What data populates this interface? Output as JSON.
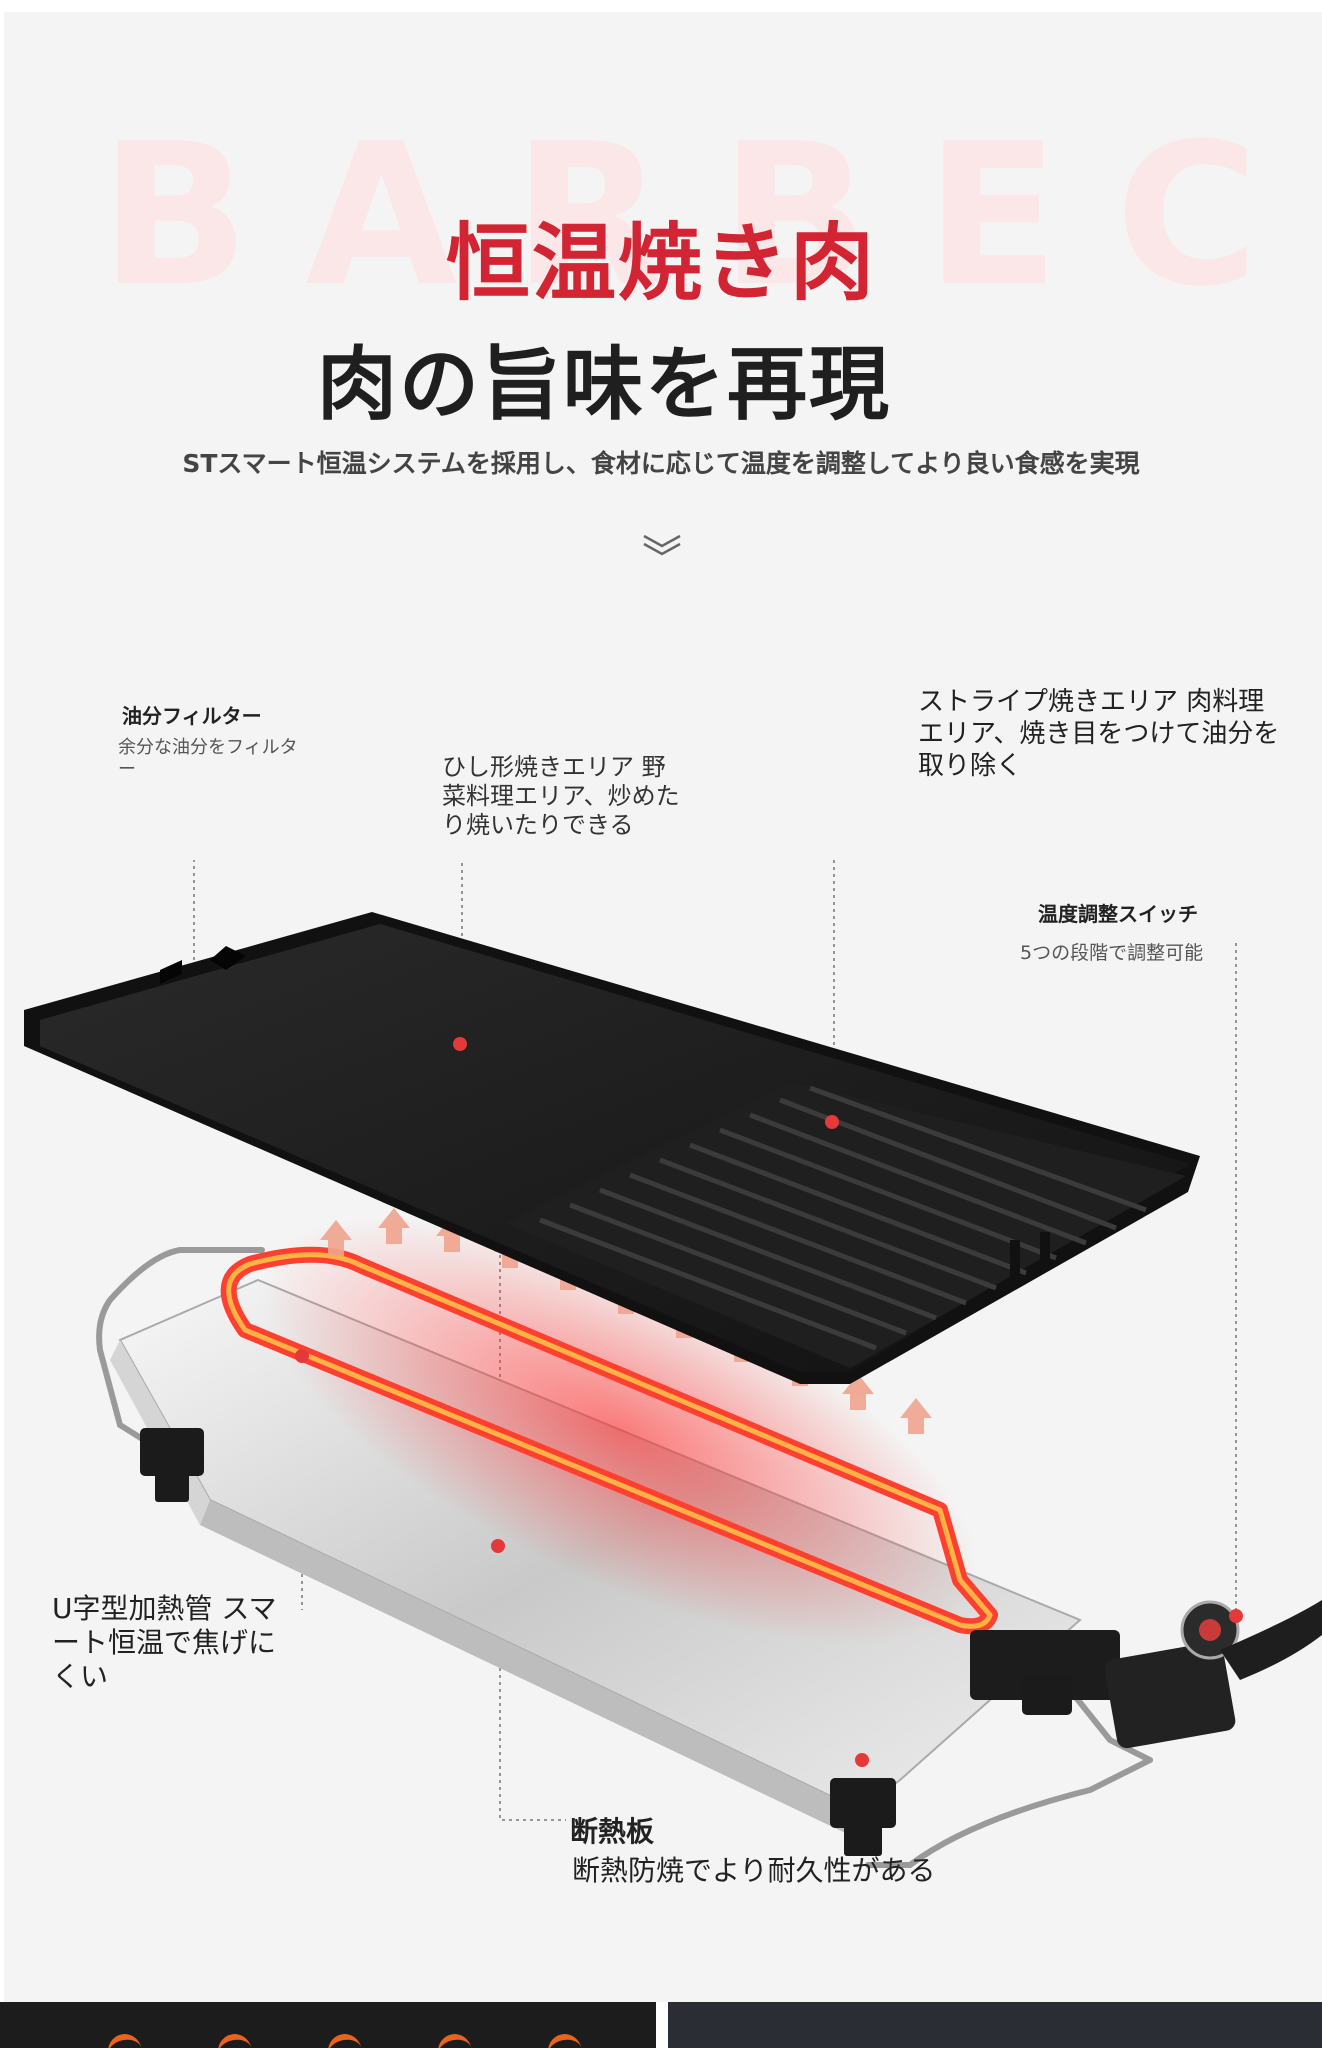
{
  "header": {
    "watermark": "BARBECUE",
    "title_red": "恒温焼き肉",
    "title_dark": "肉の旨味を再現",
    "subtitle": "STスマート恒温システムを採用し、食材に応じて温度を調整してより良い食感を実現"
  },
  "annotations": {
    "oil_filter": {
      "title": "油分フィルター",
      "desc": "余分な油分をフィルター"
    },
    "diamond_area": {
      "desc": "ひし形焼きエリア 野菜料理エリア、炒めたり焼いたりできる"
    },
    "stripe_area": {
      "desc": "ストライプ焼きエリア 肉料理エリア、焼き目をつけて油分を取り除く"
    },
    "temp_switch": {
      "title": "温度調整スイッチ",
      "desc": "5つの段階で調整可能"
    },
    "heating_tube": {
      "desc": "U字型加熱管 スマート恒温で焦げにくい"
    },
    "insulation": {
      "title": "断熱板",
      "desc": "断熱防焼でより耐久性がある"
    }
  },
  "colors": {
    "accent_red": "#d32433",
    "text_dark": "#1f1f1f",
    "background": "#f4f4f4",
    "grill_black": "#1a1a1a",
    "heat_glow": "#ff3b2f"
  }
}
